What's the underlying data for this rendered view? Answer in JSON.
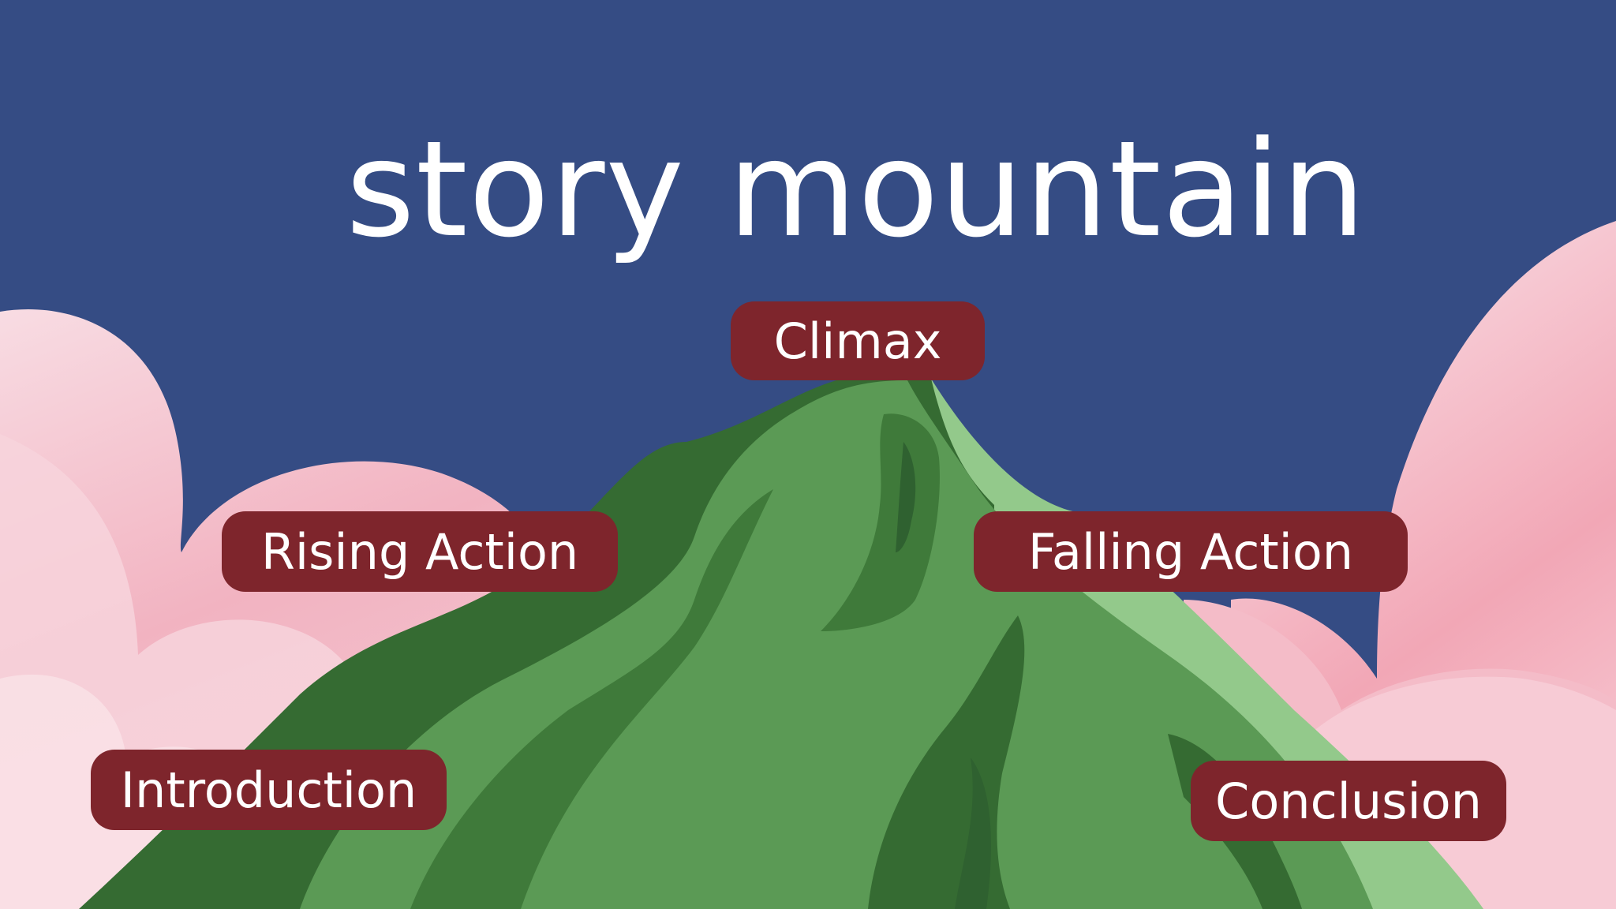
{
  "slide": {
    "title": "story mountain"
  },
  "stages": {
    "climax": "Climax",
    "rising_action": "Rising Action",
    "falling_action": "Falling Action",
    "introduction": "Introduction",
    "conclusion": "Conclusion"
  },
  "colors": {
    "sky": "#354c84",
    "label_fill": "#7e252c",
    "cloud_pink": "#f2a7b6",
    "mountain_mid": "#5b9a55",
    "mountain_dark": "#356b32",
    "mountain_light": "#93c98b"
  }
}
